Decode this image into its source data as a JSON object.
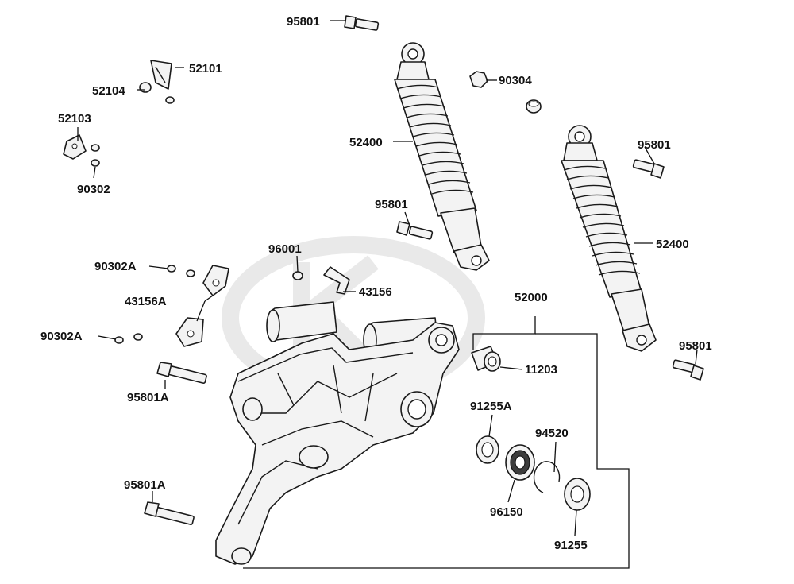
{
  "diagram": {
    "group_label": "52000",
    "labels": {
      "l95801_top": "95801",
      "l52101": "52101",
      "l52104": "52104",
      "l52103": "52103",
      "l90302": "90302",
      "l90304": "90304",
      "l52400_left": "52400",
      "l95801_right": "95801",
      "l95801_mid": "95801",
      "l52400_right": "52400",
      "l96001": "96001",
      "l90302A_top": "90302A",
      "l43156": "43156",
      "l43156A": "43156A",
      "l52000": "52000",
      "l90302A_bot": "90302A",
      "l95801_low_right": "95801",
      "l11203": "11203",
      "l95801A_top": "95801A",
      "l91255A": "91255A",
      "l94520": "94520",
      "l96150": "96150",
      "l95801A_bot": "95801A",
      "l91255": "91255"
    }
  }
}
